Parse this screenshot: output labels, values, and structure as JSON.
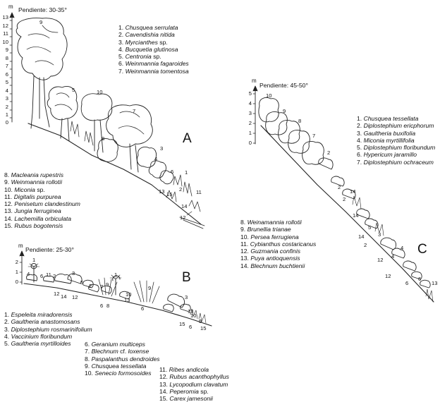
{
  "panels": {
    "a": {
      "letter": "A",
      "slope": "Pendiente: 30-35°",
      "unit": "m",
      "ticks": [
        "13",
        "12",
        "11",
        "10",
        "9",
        "8",
        "7",
        "6",
        "5",
        "4",
        "3",
        "2",
        "1",
        "0"
      ],
      "plant_labels": [
        "9",
        "5",
        "10",
        "7",
        "8",
        "3",
        "4",
        "6",
        "1",
        "2",
        "11",
        "13",
        "15",
        "14",
        "12"
      ],
      "legend1": [
        {
          "num": "1.",
          "name": "Chusquea serrulata"
        },
        {
          "num": "2.",
          "name": "Cavendishia nitida"
        },
        {
          "num": "3.",
          "name": "Myrcianthes",
          "suffix": " sp."
        },
        {
          "num": "4.",
          "name": "Bucquetia glutinosa"
        },
        {
          "num": "5.",
          "name": "Centronia",
          "suffix": " sp."
        },
        {
          "num": "6.",
          "name": "Weinmannia fagaroides"
        },
        {
          "num": "7.",
          "name": "Weinmannia tomentosa"
        }
      ],
      "legend2": [
        {
          "num": "8.",
          "name": "Macleania rupestris"
        },
        {
          "num": "9.",
          "name": "Weinmannia rollotii"
        },
        {
          "num": "10.",
          "name": "Miconia",
          "suffix": " sp."
        },
        {
          "num": "11.",
          "name": "Digitalis purpurea"
        },
        {
          "num": "12.",
          "name": "Penisetum clandestinum"
        },
        {
          "num": "13.",
          "name": "Jungia ferruginea"
        },
        {
          "num": "14.",
          "name": "Lachemilla orbiculata"
        },
        {
          "num": "15.",
          "name": "Rubus bogotensis"
        }
      ]
    },
    "b": {
      "letter": "B",
      "slope": "Pendiente: 25-30°",
      "unit": "m",
      "ticks": [
        "2",
        "1",
        "0"
      ],
      "plant_labels": [
        "1",
        "4",
        "6",
        "11",
        "2",
        "3",
        "5",
        "2",
        "7",
        "9",
        "1",
        "12",
        "14",
        "12",
        "6",
        "8",
        "13",
        "10",
        "9",
        "6",
        "3",
        "13",
        "10",
        "15",
        "6",
        "5",
        "15"
      ],
      "legend1": [
        {
          "num": "1.",
          "name": "Espeleita miradorensis"
        },
        {
          "num": "2.",
          "name": "Gaultheria anastomosans"
        },
        {
          "num": "3.",
          "name": "Diplostephium rosmarinifolium"
        },
        {
          "num": "4.",
          "name": "Vaccinium floribundum"
        },
        {
          "num": "5.",
          "name": "Gaultheria myrtilloides"
        }
      ],
      "legend2": [
        {
          "num": "6.",
          "name": "Geranium multiceps"
        },
        {
          "num": "7.",
          "name": "Blechnum",
          "suffix": " cf. ",
          "name2": "loxense"
        },
        {
          "num": "8.",
          "name": "Paspalanthus dendroides"
        },
        {
          "num": "9.",
          "name": "Chusquea tessellata"
        },
        {
          "num": "10.",
          "name": "Senecio formosoides"
        }
      ],
      "legend3": [
        {
          "num": "11.",
          "name": "Ribes andicola"
        },
        {
          "num": "12.",
          "name": "Rubus acanthophyllus"
        },
        {
          "num": "13.",
          "name": "Lycopodium clavatum"
        },
        {
          "num": "14.",
          "name": "Peperomia",
          "suffix": " sp."
        },
        {
          "num": "15.",
          "name": "Carex jamesonii"
        }
      ]
    },
    "c": {
      "letter": "C",
      "slope": "Pendiente: 45-50°",
      "unit": "m",
      "ticks": [
        "5",
        "4",
        "3",
        "2",
        "1",
        "0"
      ],
      "plant_labels": [
        "10",
        "9",
        "8",
        "7",
        "2",
        "2",
        "14",
        "2",
        "14",
        "3",
        "14",
        "5",
        "4",
        "2",
        "4",
        "12",
        "12",
        "6",
        "6",
        "13"
      ],
      "legend1": [
        {
          "num": "1.",
          "name": "Chusquea tessellata"
        },
        {
          "num": "2.",
          "name": "Diplostephium ericphorum"
        },
        {
          "num": "3.",
          "name": "Gaultheria buxifolia"
        },
        {
          "num": "4.",
          "name": "Miconia myrtillifolia"
        },
        {
          "num": "5.",
          "name": "Diplostephium floribundum"
        },
        {
          "num": "6.",
          "name": "Hypericum jaramillo"
        },
        {
          "num": "7.",
          "name": "Diplostephium ochraceum"
        }
      ],
      "legend2": [
        {
          "num": "8.",
          "name": "Weinamannia rollotii"
        },
        {
          "num": "9.",
          "name": "Brunellia trianae"
        },
        {
          "num": "10.",
          "name": "Persea ferrugiena"
        },
        {
          "num": "11.",
          "name": "Cybianthus costaricanus"
        },
        {
          "num": "12.",
          "name": "Guzmania confinis"
        },
        {
          "num": "13.",
          "name": "Puya antioquensis"
        },
        {
          "num": "14.",
          "name": "Blechnum buchtienii"
        }
      ]
    }
  }
}
